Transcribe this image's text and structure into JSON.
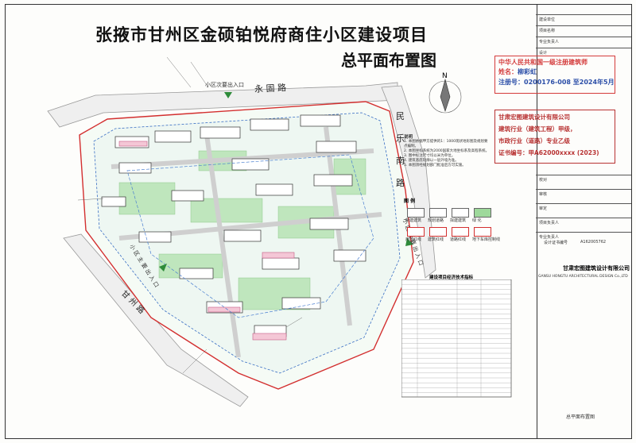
{
  "title": "张掖市甘州区金硕铂悦府商住小区建设项目",
  "subtitle": "总平面布置图",
  "roads": {
    "north": "永 固 路",
    "east": [
      "民",
      "乐",
      "南",
      "路"
    ],
    "southwest": "小 区 主 要 出 入 口",
    "east_gate": "小 区 次 要 出 入 口",
    "north_gate": "小区次要出入口",
    "southwest_road": "甘 州 路"
  },
  "stamp_registered": {
    "line1": "中华人民共和国一级注册建筑师",
    "line2": "姓名：",
    "name": "柳彩虹",
    "line3": "注册号：0200176-008",
    "line3b": "至2024年5月"
  },
  "stamp_company": {
    "line1": "甘肃宏图建筑设计有限公司",
    "line2": "建筑行业（建筑工程）甲级，",
    "line3": "市政行业（道路）专业乙级",
    "line4": "证书编号：甲A62000xxxx (2023)"
  },
  "notes_label": "说明",
  "notes": [
    "1. 本图依据甲方提供的1：1000现状地形图及规划要点编制。",
    "2. 本图坐标系统为2000国家大地坐标系及高程系统。",
    "3. 图中标注尺寸均以米为单位。",
    "4. 建筑基底轮廓以一层外墙为准。",
    "5. 本图须经规划部门批准后方可实施。"
  ],
  "legend": {
    "title": "图 例",
    "items": [
      {
        "label": "新建建筑",
        "color": "#ffffff"
      },
      {
        "label": "规划道路",
        "color": "#ffffff"
      },
      {
        "label": "拟建建筑",
        "color": "#ffffff"
      },
      {
        "label": "绿 化",
        "color": "#9ed99b"
      },
      {
        "label": "用地红线",
        "color": "#ffffff"
      },
      {
        "label": "建筑红线",
        "color": "#ffffff"
      },
      {
        "label": "道路红线",
        "color": "#ffffff"
      },
      {
        "label": "地下车库控制线",
        "color": "#ffffff"
      }
    ]
  },
  "table": {
    "title": "建设项目经济技术指标"
  },
  "titleblock": {
    "rows": [
      "建设单位",
      "项目名称",
      "专业负责人",
      "设计",
      "校对",
      "审核",
      "审定",
      "项目负责人",
      "专业负责人"
    ],
    "company": "甘肃宏图建筑设计有限公司",
    "company_en": "GANSU HONGTU ARCHITECTURAL DESIGN Co.,LTD",
    "drawing_title": "总平面布置图",
    "cert_label": "设计证书编号",
    "cert_no": "A162005762"
  },
  "colors": {
    "redline": "#d32f2f",
    "green": "#9ed99b",
    "building": "#ffffff",
    "road": "#e9e9e9",
    "pink": "#f4c7d6",
    "arrow": "#2e8b3a"
  }
}
